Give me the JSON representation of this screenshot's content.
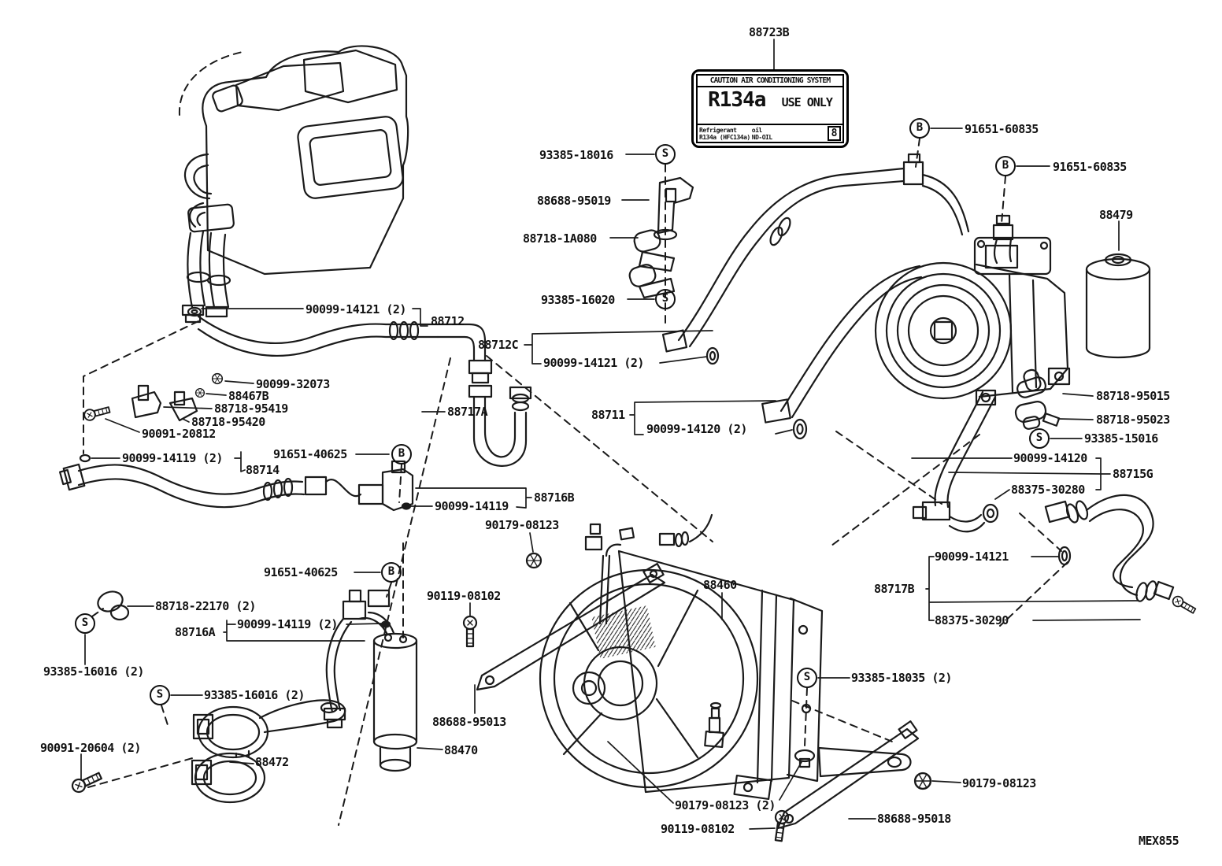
{
  "diagram_code": "MEX855",
  "caution": {
    "header": "CAUTION AIR CONDITIONING SYSTEM",
    "refrigerant_big": "R134a",
    "use_only": "USE ONLY",
    "refrigerant_label": "Refrigerant",
    "refrigerant_value": "R134a (HFC134a)",
    "oil_label": "oil",
    "oil_value": "ND-OIL",
    "badge": "8"
  },
  "labels": [
    {
      "text": "88723B",
      "marker": null
    },
    {
      "text": "93385-18016",
      "marker": "S"
    },
    {
      "text": "88688-95019",
      "marker": null
    },
    {
      "text": "88718-1A080",
      "marker": null
    },
    {
      "text": "93385-16020",
      "marker": "S"
    },
    {
      "text": "91651-60835",
      "marker": "B"
    },
    {
      "text": "91651-60835",
      "marker": "B"
    },
    {
      "text": "88479",
      "marker": null
    },
    {
      "text": "90099-14121 (2)",
      "marker": null
    },
    {
      "text": "88712",
      "marker": null
    },
    {
      "text": "90099-32073",
      "marker": null
    },
    {
      "text": "88467B",
      "marker": null
    },
    {
      "text": "88718-95419",
      "marker": null
    },
    {
      "text": "88718-95420",
      "marker": null
    },
    {
      "text": "90091-20812",
      "marker": null
    },
    {
      "text": "90099-14119 (2)",
      "marker": null
    },
    {
      "text": "88714",
      "marker": null
    },
    {
      "text": "91651-40625",
      "marker": "B"
    },
    {
      "text": "88717A",
      "marker": null
    },
    {
      "text": "88712C",
      "marker": null
    },
    {
      "text": "90099-14121 (2)",
      "marker": null
    },
    {
      "text": "88711",
      "marker": null
    },
    {
      "text": "90099-14120 (2)",
      "marker": null
    },
    {
      "text": "88718-95015",
      "marker": null
    },
    {
      "text": "88718-95023",
      "marker": null
    },
    {
      "text": "93385-15016",
      "marker": "S"
    },
    {
      "text": "90099-14120",
      "marker": null
    },
    {
      "text": "88715G",
      "marker": null
    },
    {
      "text": "88375-30280",
      "marker": null
    },
    {
      "text": "90099-14119",
      "marker": null
    },
    {
      "text": "88716B",
      "marker": null
    },
    {
      "text": "90179-08123",
      "marker": null
    },
    {
      "text": "91651-40625",
      "marker": "B"
    },
    {
      "text": "88718-22170 (2)",
      "marker": null
    },
    {
      "text": "88716A",
      "marker": null
    },
    {
      "text": "90099-14119 (2)",
      "marker": null
    },
    {
      "text": "90119-08102",
      "marker": null
    },
    {
      "text": "93385-16016 (2)",
      "marker": "S"
    },
    {
      "text": "93385-16016 (2)",
      "marker": "S"
    },
    {
      "text": "90091-20604 (2)",
      "marker": null
    },
    {
      "text": "88472",
      "marker": null
    },
    {
      "text": "88688-95013",
      "marker": null
    },
    {
      "text": "88470",
      "marker": null
    },
    {
      "text": "88460",
      "marker": null
    },
    {
      "text": "90099-14121",
      "marker": null
    },
    {
      "text": "88717B",
      "marker": null
    },
    {
      "text": "88375-30290",
      "marker": null
    },
    {
      "text": "93385-18035 (2)",
      "marker": "S"
    },
    {
      "text": "90179-08123",
      "marker": null
    },
    {
      "text": "90179-08123 (2)",
      "marker": null
    },
    {
      "text": "90119-08102",
      "marker": null
    },
    {
      "text": "88688-95018",
      "marker": null
    }
  ]
}
